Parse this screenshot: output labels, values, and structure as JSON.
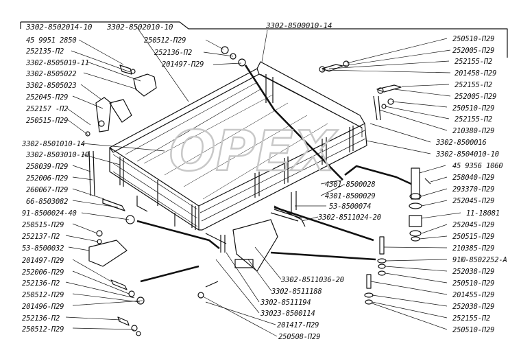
{
  "header": {
    "assembly_left": "3302-8502014-10",
    "assembly_mid": "3302-8502010-10",
    "assembly_right": "3302-8500010-14"
  },
  "watermark": {
    "text": "OPEX"
  },
  "colors": {
    "ink": "#111111",
    "paper": "#ffffff",
    "watermark": "#c8c8c8"
  },
  "labels_left": [
    "45 9951 2850",
    "252135-П2",
    "3302-8505019-11",
    "3302-8505022",
    "3302-8505023",
    "252045-П29",
    "252157 -П2",
    "250515-П29",
    "3302-8501010-14",
    "3302-8503010-10",
    "258039-П29",
    "252006-П29",
    "260067-П29",
    "66-8503082",
    "91-8500024-40",
    "250515-П29",
    "252137-П2",
    "53-8500032",
    "201497-П29",
    "252006-П29",
    "252136-П2",
    "250512-П29",
    "201496-П29",
    "252136-П2",
    "250512-П29"
  ],
  "labels_top": [
    "250512-П29",
    "252136-П2",
    "201497-П29"
  ],
  "labels_right": [
    "250510-П29",
    "252005-П29",
    "252155-П2",
    "201458-П29",
    "252155-П2",
    "252005-П29",
    "250510-П29",
    "252155-П2",
    "210380-П29",
    "3302-8500016",
    "3302-8504010-10",
    "45 9356 1060",
    "258040-П29",
    "293370-П29",
    "252045-П29",
    "11-18081",
    "252045-П29",
    "250515-П29",
    "210385-П29",
    "91Ю-8502252-А",
    "252038-П29",
    "250510-П29",
    "201455-П29",
    "252038-П29",
    "252155-П2",
    "250510-П29"
  ],
  "labels_center": [
    "4301-8500028",
    "4301-8500029",
    "53-8500074",
    "3302-8511024-20",
    "3302-8511036-20",
    "3302-8511188",
    "3302-8511194",
    "33023-8500114",
    "201417-П29",
    "250508-П29"
  ]
}
